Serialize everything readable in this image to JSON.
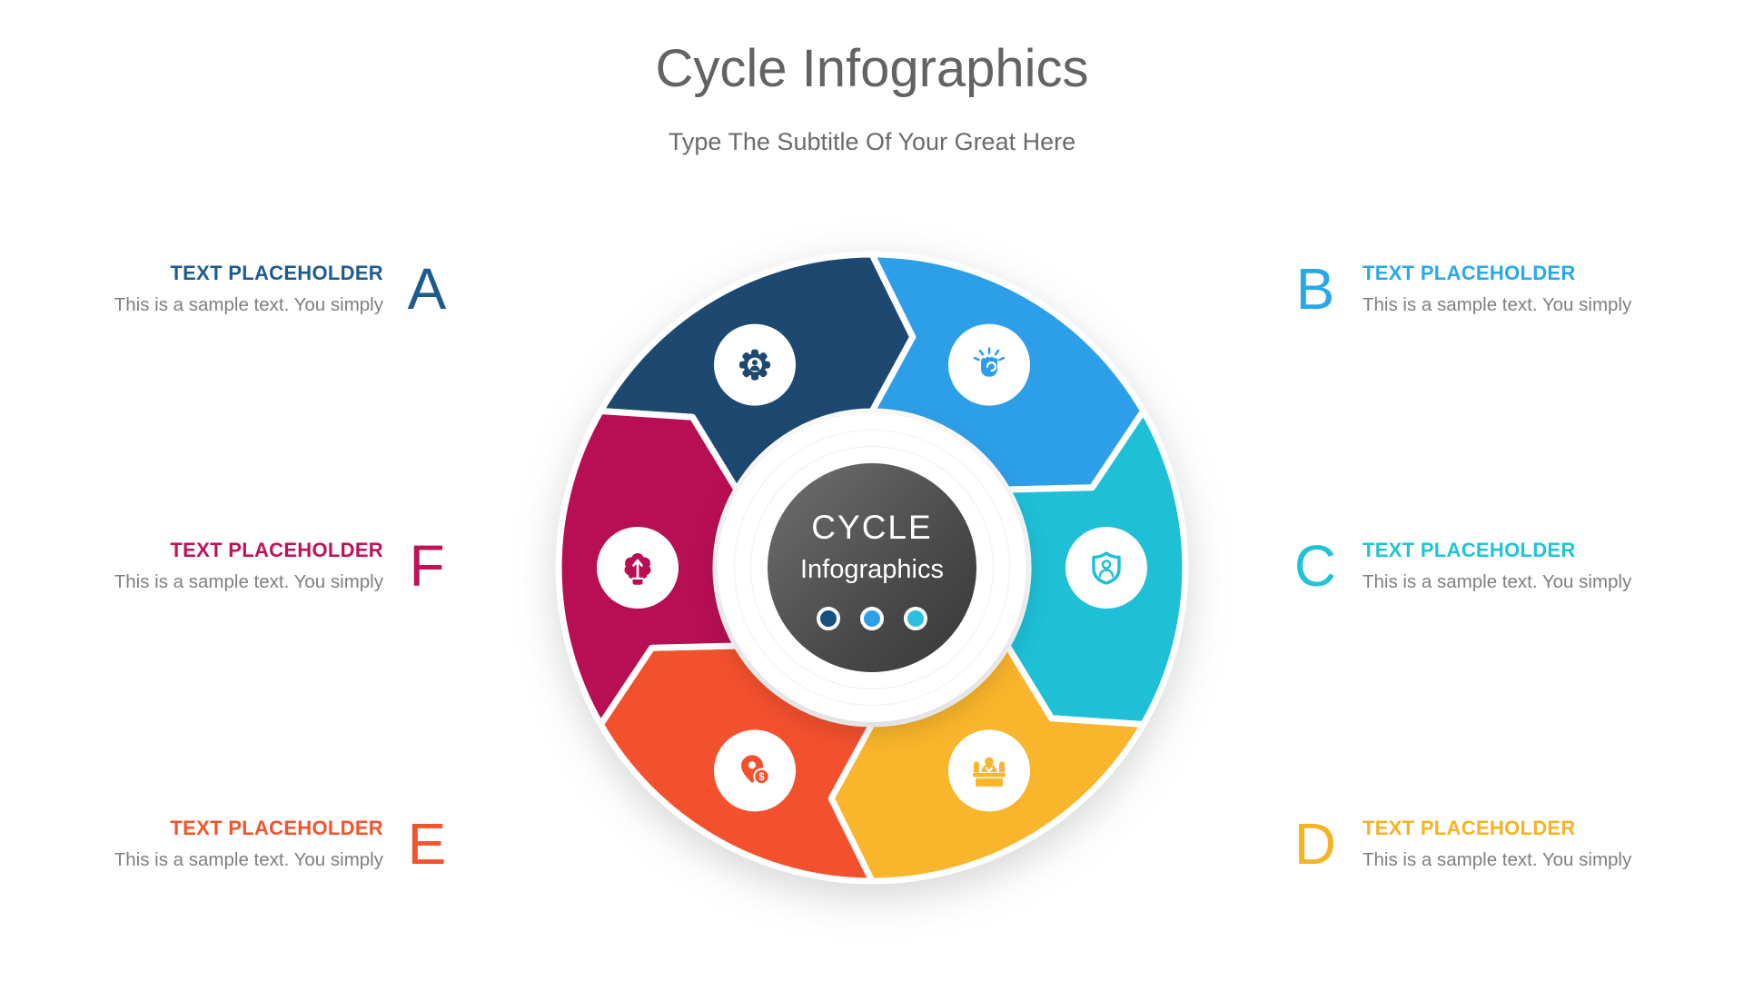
{
  "header": {
    "title": "Cycle Infographics",
    "subtitle": "Type The Subtitle Of Your Great Here"
  },
  "center": {
    "title": "CYCLE",
    "subtitle": "Infographics",
    "dots": [
      {
        "color": "#15507E"
      },
      {
        "color": "#2D9FE8"
      },
      {
        "color": "#28C0DC"
      }
    ]
  },
  "placeholders": [
    {
      "letter": "A",
      "heading": "TEXT PLACEHOLDER",
      "body": "This is a sample text. You simply",
      "color": "#1E5B8D"
    },
    {
      "letter": "B",
      "heading": "TEXT PLACEHOLDER",
      "body": "This is a sample text. You simply",
      "color": "#29A8E8"
    },
    {
      "letter": "C",
      "heading": "TEXT PLACEHOLDER",
      "body": "This is a sample text. You simply",
      "color": "#20C4D6"
    },
    {
      "letter": "D",
      "heading": "TEXT PLACEHOLDER",
      "body": "This is a sample text. You simply",
      "color": "#F6B323"
    },
    {
      "letter": "E",
      "heading": "TEXT PLACEHOLDER",
      "body": "This is a sample text. You simply",
      "color": "#F4542C"
    },
    {
      "letter": "F",
      "heading": "TEXT PLACEHOLDER",
      "body": "This is a sample text. You simply",
      "color": "#BE1259"
    }
  ],
  "wheel": {
    "segments": [
      {
        "label": "A",
        "color": "#1D4971",
        "icon": "gear-user-icon"
      },
      {
        "label": "B",
        "color": "#2D9FE8",
        "icon": "idea-fist-icon"
      },
      {
        "label": "C",
        "color": "#1EC0D6",
        "icon": "shield-user-icon"
      },
      {
        "label": "D",
        "color": "#F9B52B",
        "icon": "desk-manager-icon"
      },
      {
        "label": "E",
        "color": "#F3512E",
        "icon": "money-pin-icon",
        "icon_text": "$"
      },
      {
        "label": "F",
        "color": "#B80F54",
        "icon": "brain-growth-icon"
      }
    ]
  }
}
